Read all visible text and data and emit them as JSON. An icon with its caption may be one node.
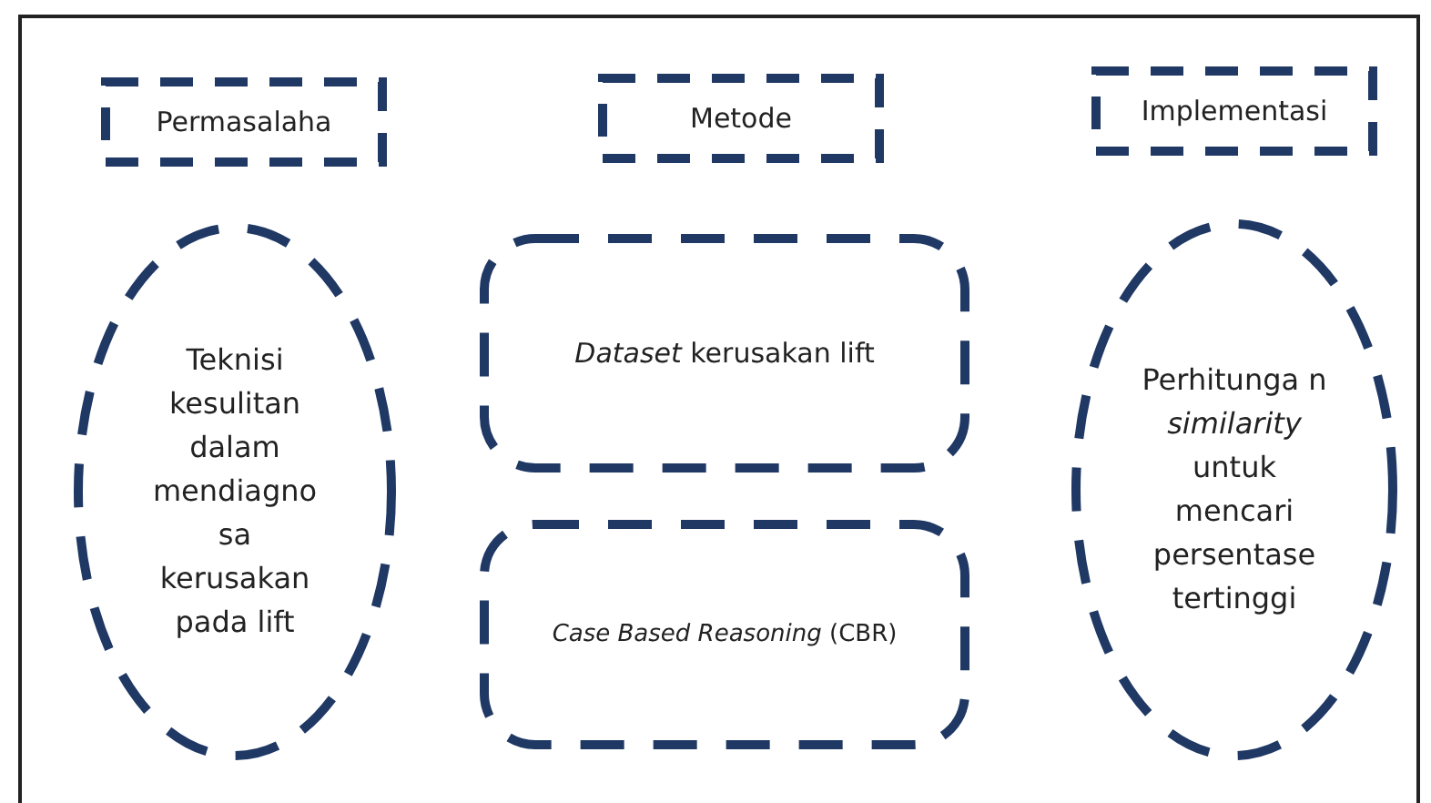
{
  "diagram": {
    "nodes": [
      {
        "text": [
          "Permasalaha"
        ]
      },
      {
        "text": [
          "Metode"
        ]
      },
      {
        "text": [
          "Implementasi"
        ]
      },
      {
        "text": [
          "Teknisi kesulitan dalam mendiagno sa kerusakan pada lift"
        ]
      },
      {
        "text": [
          "*Dataset* kerusakan lift"
        ]
      },
      {
        "text": [
          "*Case Based Reasoning* (CBR)"
        ]
      },
      {
        "text": [
          "Perhitunga n *similarity* untuk mencari persentase tertinggi"
        ]
      }
    ]
  }
}
